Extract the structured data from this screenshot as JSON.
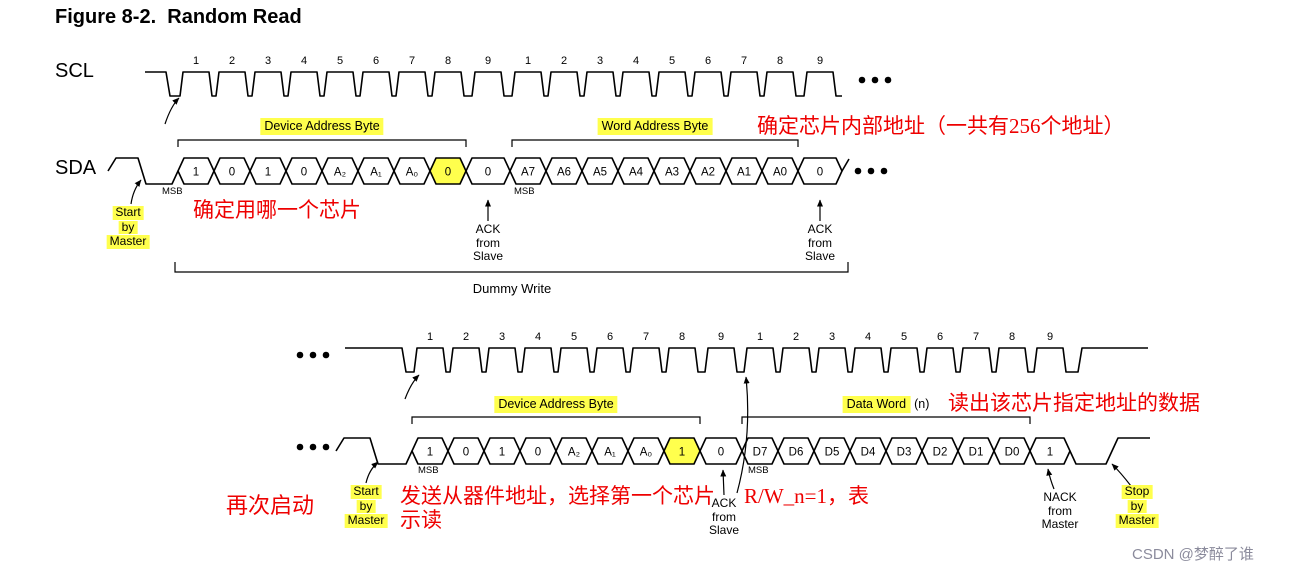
{
  "title": "Figure 8-2.  Random Read",
  "colors": {
    "highlight": "#ffff4d",
    "annotation": "#ee0000",
    "watermark": "#8b8b9c"
  },
  "top": {
    "scl_label": "SCL",
    "sda_label": "SDA",
    "clock_numbers": [
      "1",
      "2",
      "3",
      "4",
      "5",
      "6",
      "7",
      "8",
      "9",
      "1",
      "2",
      "3",
      "4",
      "5",
      "6",
      "7",
      "8",
      "9"
    ],
    "cells": [
      {
        "label": "1"
      },
      {
        "label": "0"
      },
      {
        "label": "1"
      },
      {
        "label": "0"
      },
      {
        "label": "A₂"
      },
      {
        "label": "A₁"
      },
      {
        "label": "A₀"
      },
      {
        "label": "0",
        "highlight": true
      },
      {
        "label": "0"
      },
      {
        "label": "A7"
      },
      {
        "label": "A6"
      },
      {
        "label": "A5"
      },
      {
        "label": "A4"
      },
      {
        "label": "A3"
      },
      {
        "label": "A2"
      },
      {
        "label": "A1"
      },
      {
        "label": "A0"
      },
      {
        "label": "0"
      }
    ],
    "device_address_label": "Device Address Byte",
    "word_address_label": "Word Address Byte",
    "msb_device": "MSB",
    "msb_word": "MSB",
    "start_by_master": [
      "Start",
      "by",
      "Master"
    ],
    "ack_device": [
      "ACK",
      "from",
      "Slave"
    ],
    "ack_word": [
      "ACK",
      "from",
      "Slave"
    ],
    "dummy_write_label": "Dummy Write",
    "annotation_internal_address": "确定芯片内部地址（一共有256个地址）",
    "annotation_which_chip": "确定用哪一个芯片"
  },
  "bottom": {
    "clock_numbers": [
      "1",
      "2",
      "3",
      "4",
      "5",
      "6",
      "7",
      "8",
      "9",
      "1",
      "2",
      "3",
      "4",
      "5",
      "6",
      "7",
      "8",
      "9"
    ],
    "cells": [
      {
        "label": "1"
      },
      {
        "label": "0"
      },
      {
        "label": "1"
      },
      {
        "label": "0"
      },
      {
        "label": "A₂"
      },
      {
        "label": "A₁"
      },
      {
        "label": "A₀"
      },
      {
        "label": "1",
        "highlight": true
      },
      {
        "label": "0"
      },
      {
        "label": "D7"
      },
      {
        "label": "D6"
      },
      {
        "label": "D5"
      },
      {
        "label": "D4"
      },
      {
        "label": "D3"
      },
      {
        "label": "D2"
      },
      {
        "label": "D1"
      },
      {
        "label": "D0"
      },
      {
        "label": "1"
      }
    ],
    "device_address_label": "Device Address Byte",
    "data_word_label": "Data Word",
    "data_word_suffix": "(n)",
    "msb_device": "MSB",
    "msb_data": "MSB",
    "start_by_master": [
      "Start",
      "by",
      "Master"
    ],
    "stop_by_master": [
      "Stop",
      "by",
      "Master"
    ],
    "ack_device": [
      "ACK",
      "from",
      "Slave"
    ],
    "nack": [
      "NACK",
      "from",
      "Master"
    ],
    "annotation_read_data": "读出该芯片指定地址的数据",
    "annotation_restart": "再次启动",
    "annotation_send_address": "发送从器件地址，选择第一个芯片",
    "annotation_send_address_line2": "示读",
    "annotation_rw": "R/W_n=1，表"
  },
  "watermark": "CSDN @梦醉了谁"
}
